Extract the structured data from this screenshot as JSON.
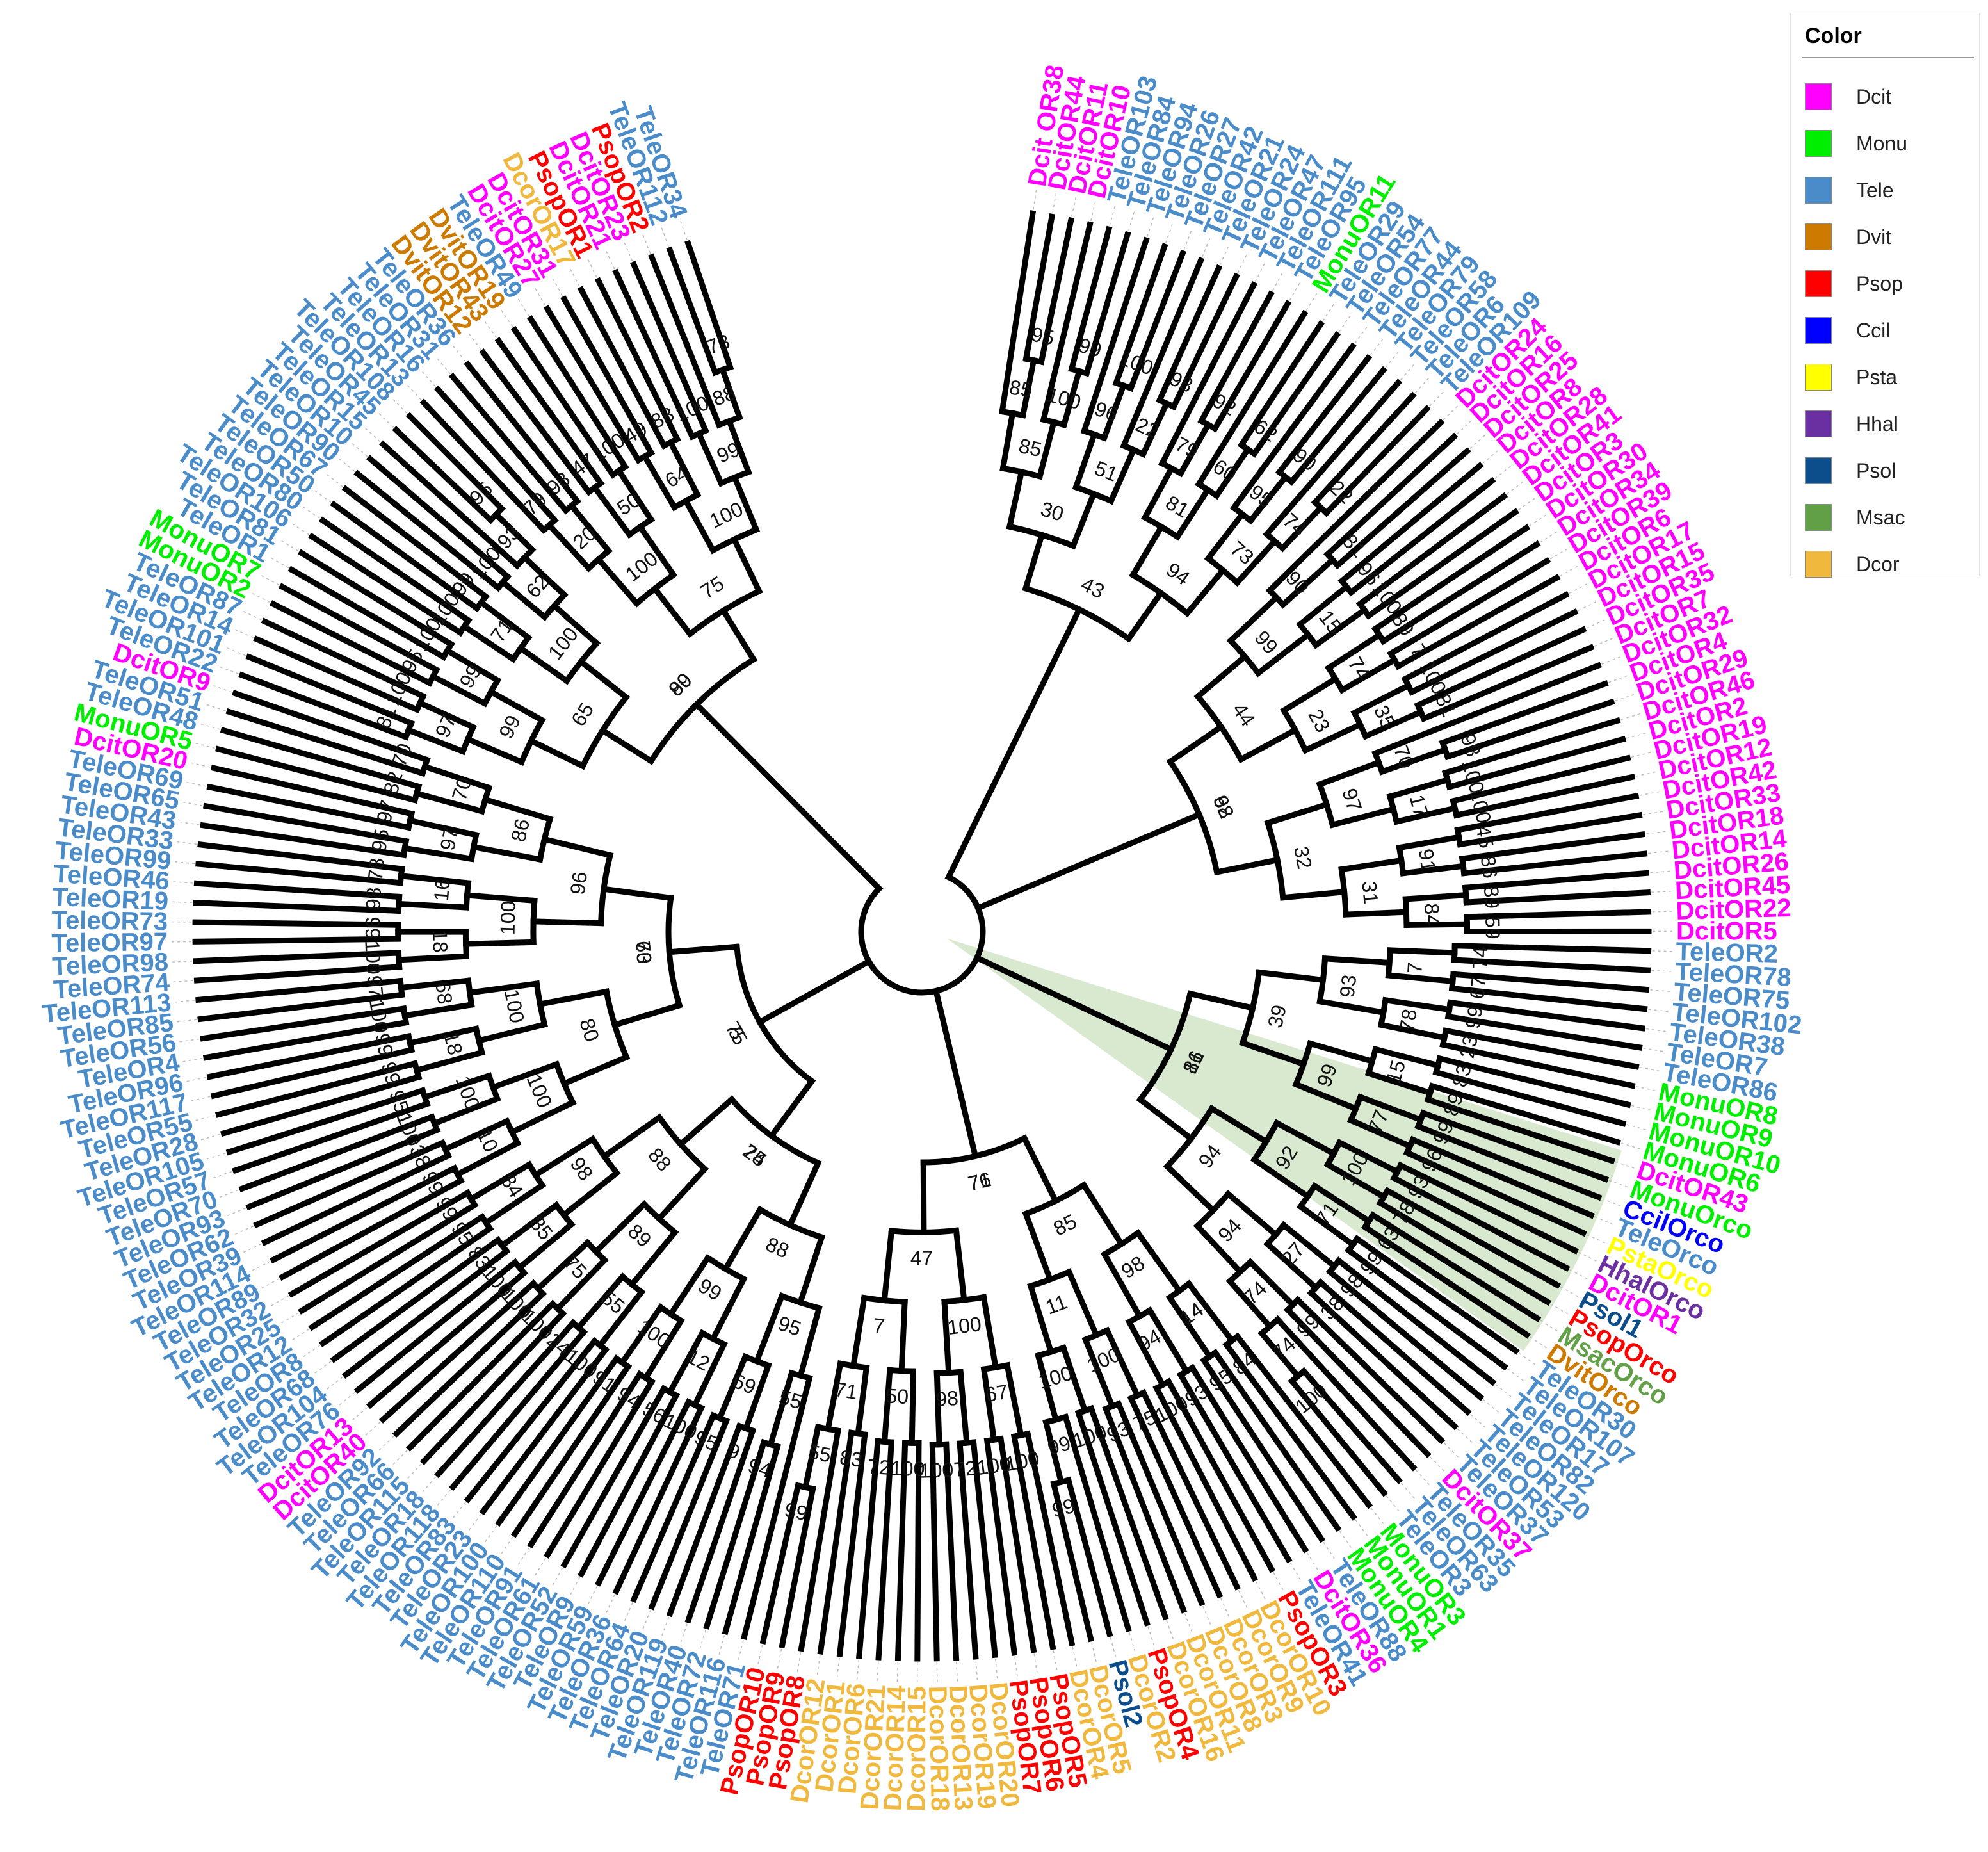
{
  "legend": {
    "title": "Color",
    "items": [
      {
        "label": "Dcit",
        "color": "#ff00ff"
      },
      {
        "label": "Monu",
        "color": "#00ee00"
      },
      {
        "label": "Tele",
        "color": "#4a8bc9"
      },
      {
        "label": "Dvit",
        "color": "#cc7a00"
      },
      {
        "label": "Psop",
        "color": "#ff0000"
      },
      {
        "label": "Ccil",
        "color": "#0000ff"
      },
      {
        "label": "Psta",
        "color": "#ffff00"
      },
      {
        "label": "Hhal",
        "color": "#6a2fa0"
      },
      {
        "label": "Psol",
        "color": "#0c4d8c"
      },
      {
        "label": "Msac",
        "color": "#62a047"
      },
      {
        "label": "Dcor",
        "color": "#f0b83d"
      }
    ]
  },
  "highlight": {
    "clade": "Orco",
    "color": "#d8e9d0",
    "support": "75"
  },
  "tips": [
    "Dcit OR38",
    "DcitOR44",
    "DcitOR11",
    "DcitOR10",
    "TeleOR103",
    "TeleOR84",
    "TeleOR94",
    "TeleOR26",
    "TeleOR27",
    "TeleOR42",
    "TeleOR21",
    "TeleOR24",
    "TeleOR47",
    "TeleOR111",
    "TeleOR95",
    "MonuOR11",
    "TeleOR29",
    "TeleOR54",
    "TeleOR77",
    "TeleOR44",
    "TeleOR79",
    "TeleOR58",
    "TeleOR6",
    "TeleOR109",
    "DcitOR24",
    "DcitOR16",
    "DcitOR25",
    "DcitOR8",
    "DcitOR28",
    "DcitOR41",
    "DcitOR3",
    "DcitOR30",
    "DcitOR34",
    "DcitOR39",
    "DcitOR6",
    "DcitOR17",
    "DcitOR15",
    "DcitOR35",
    "DcitOR7",
    "DcitOR32",
    "DcitOR4",
    "DcitOR29",
    "DcitOR46",
    "DcitOR2",
    "DcitOR19",
    "DcitOR12",
    "DcitOR42",
    "DcitOR33",
    "DcitOR18",
    "DcitOR14",
    "DcitOR26",
    "DcitOR45",
    "DcitOR22",
    "DcitOR5",
    "TeleOR2",
    "TeleOR78",
    "TeleOR75",
    "TeleOR102",
    "TeleOR38",
    "TeleOR7",
    "TeleOR86",
    "MonuOR8",
    "MonuOR9",
    "MonuOR10",
    "MonuOR6",
    "DcitOR43",
    "MonuOrco",
    "CcilOrco",
    "TeleOrco",
    "PstaOrco",
    "HhalOrco",
    "DcitOR1",
    "Psol1",
    "PsopOrco",
    "MsacOrco",
    "DvitOrco",
    "TeleOR30",
    "TeleOR107",
    "TeleOR17",
    "TeleOR82",
    "TeleOR120",
    "TeleOR53",
    "TeleOR37",
    "DcitOR37",
    "TeleOR35",
    "TeleOR63",
    "TeleOR3",
    "MonuOR3",
    "MonuOR1",
    "MonuOR4",
    "TeleOR88",
    "DcitOR36",
    "TeleOR41",
    "PsopOR3",
    "DcorOR10",
    "DcorOR9",
    "DcorOR3",
    "DcorOR8",
    "DcorOR11",
    "DcorOR16",
    "PsopOR4",
    "DcorOR2",
    "Psol2",
    "DcorOR5",
    "DcorOR4",
    "PsopOR5",
    "PsopOR6",
    "PsopOR7",
    "DcorOR20",
    "DcorOR19",
    "DcorOR13",
    "DcorOR18",
    "DcorOR15",
    "DcorOR14",
    "DcorOR21",
    "DcorOR6",
    "DcorOR1",
    "DcorOR12",
    "PsopOR8",
    "PsopOR9",
    "PsopOR10",
    "TeleOR71",
    "TeleOR116",
    "TeleOR72",
    "TeleOR40",
    "TeleOR119",
    "TeleOR20",
    "TeleOR64",
    "TeleOR36",
    "TeleOR59",
    "TeleOR9",
    "TeleOR52",
    "TeleOR61",
    "TeleOR91",
    "TeleOR110",
    "TeleOR100",
    "TeleOR23",
    "TeleOR83",
    "TeleOR118",
    "TeleOR18",
    "TeleOR115",
    "TeleOR66",
    "TeleOR92",
    "DcitOR40",
    "DcitOR13",
    "TeleOR76",
    "TeleOR104",
    "TeleOR68",
    "TeleOR8",
    "TeleOR12",
    "TeleOR25",
    "TeleOR32",
    "TeleOR89",
    "TeleOR114",
    "TeleOR39",
    "TeleOR62",
    "TeleOR93",
    "TeleOR70",
    "TeleOR57",
    "TeleOR105",
    "TeleOR28",
    "TeleOR55",
    "TeleOR117",
    "TeleOR96",
    "TeleOR4",
    "TeleOR56",
    "TeleOR85",
    "TeleOR113",
    "TeleOR74",
    "TeleOR98",
    "TeleOR97",
    "TeleOR73",
    "TeleOR19",
    "TeleOR46",
    "TeleOR99",
    "TeleOR33",
    "TeleOR43",
    "TeleOR65",
    "TeleOR69",
    "DcitOR20",
    "MonuOR5",
    "TeleOR48",
    "TeleOR51",
    "DcitOR9",
    "TeleOR22",
    "TeleOR101",
    "TeleOR14",
    "TeleOR87",
    "MonuOR2",
    "MonuOR7",
    "TeleOR1",
    "TeleOR81",
    "TeleOR106",
    "TeleOR80",
    "TeleOR50",
    "TeleOR67",
    "TeleOR90",
    "TeleOR10",
    "TeleOR15",
    "TeleOR45",
    "TeleOR108",
    "TeleOR13",
    "TeleOR16",
    "TeleOR31",
    "TeleOR36",
    "DvitOR12",
    "DvitOR43",
    "DvitOR19",
    "TeleOR49",
    "DcitOR27",
    "DcitOR31",
    "DcorOR17",
    "PsopOR1",
    "DcitOR21",
    "DcitOR23",
    "PsopOR2",
    "TeleOR112",
    "TeleOR34"
  ],
  "bootstraps": [
    "75",
    "76",
    "80",
    "16",
    "60",
    "25",
    "92",
    "43",
    "65",
    "85",
    "47",
    "94",
    "75",
    "39",
    "88",
    "80",
    "96",
    "32",
    "44",
    "88",
    "30",
    "94",
    "11",
    "7",
    "94",
    "100",
    "100",
    "100",
    "99",
    "98",
    "100",
    "86",
    "99",
    "23",
    "92",
    "98",
    "93",
    "99",
    "31",
    "89",
    "100",
    "100",
    "100",
    "99",
    "97",
    "95",
    "85",
    "81",
    "73",
    "51",
    "62",
    "100",
    "71",
    "99",
    "74",
    "68",
    "18",
    "50",
    "64",
    "15",
    "74",
    "17",
    "91",
    "84",
    "7",
    "15",
    "100",
    "27",
    "94",
    "100",
    "67",
    "98",
    "69",
    "100",
    "75",
    "85",
    "100",
    "18",
    "16",
    "97",
    "71",
    "20",
    "35",
    "78",
    "77",
    "71",
    "14",
    "50",
    "12",
    "55",
    "84",
    "10",
    "70",
    "97",
    "99",
    "88",
    "85",
    "96",
    "22",
    "74",
    "55",
    "79",
    "95",
    "90",
    "100",
    "60",
    "74",
    "70",
    "99",
    "55",
    "93",
    "78",
    "97",
    "100",
    "79",
    "95",
    "93",
    "100",
    "99",
    "72",
    "83",
    "56",
    "94",
    "91",
    "100",
    "95",
    "99",
    "99",
    "100",
    "97",
    "95",
    "99",
    "100",
    "98",
    "92",
    "62",
    "90",
    "81",
    "96",
    "100",
    "89",
    "7",
    "81",
    "98",
    "100",
    "100",
    "45",
    "86",
    "89",
    "59",
    "74",
    "67",
    "23",
    "83",
    "89",
    "96",
    "93",
    "78",
    "99",
    "98",
    "38",
    "99",
    "22",
    "100",
    "99",
    "99",
    "63",
    "100",
    "84",
    "75",
    "93",
    "100",
    "100",
    "100",
    "72",
    "100",
    "100",
    "99",
    "94",
    "9",
    "95",
    "100",
    "24",
    "100",
    "100",
    "100",
    "83",
    "38",
    "100",
    "95",
    "99",
    "99",
    "100",
    "99",
    "98",
    "95",
    "82",
    "70",
    "81",
    "100",
    "95",
    "100",
    "99",
    "100",
    "95",
    "98",
    "47",
    "100",
    "49",
    "88",
    "100",
    "73",
    "5",
    "71",
    "99",
    "81",
    "73",
    "74",
    "68"
  ],
  "colors": {
    "Dcit": "#ff00ff",
    "Monu": "#00ee00",
    "Tele": "#4a8bc9",
    "Dvit": "#cc7a00",
    "Psop": "#ff0000",
    "Ccil": "#0000ff",
    "Psta": "#ffff00",
    "Hhal": "#6a2fa0",
    "Psol": "#0c4d8c",
    "Msac": "#62a047",
    "Dcor": "#f0b83d"
  }
}
